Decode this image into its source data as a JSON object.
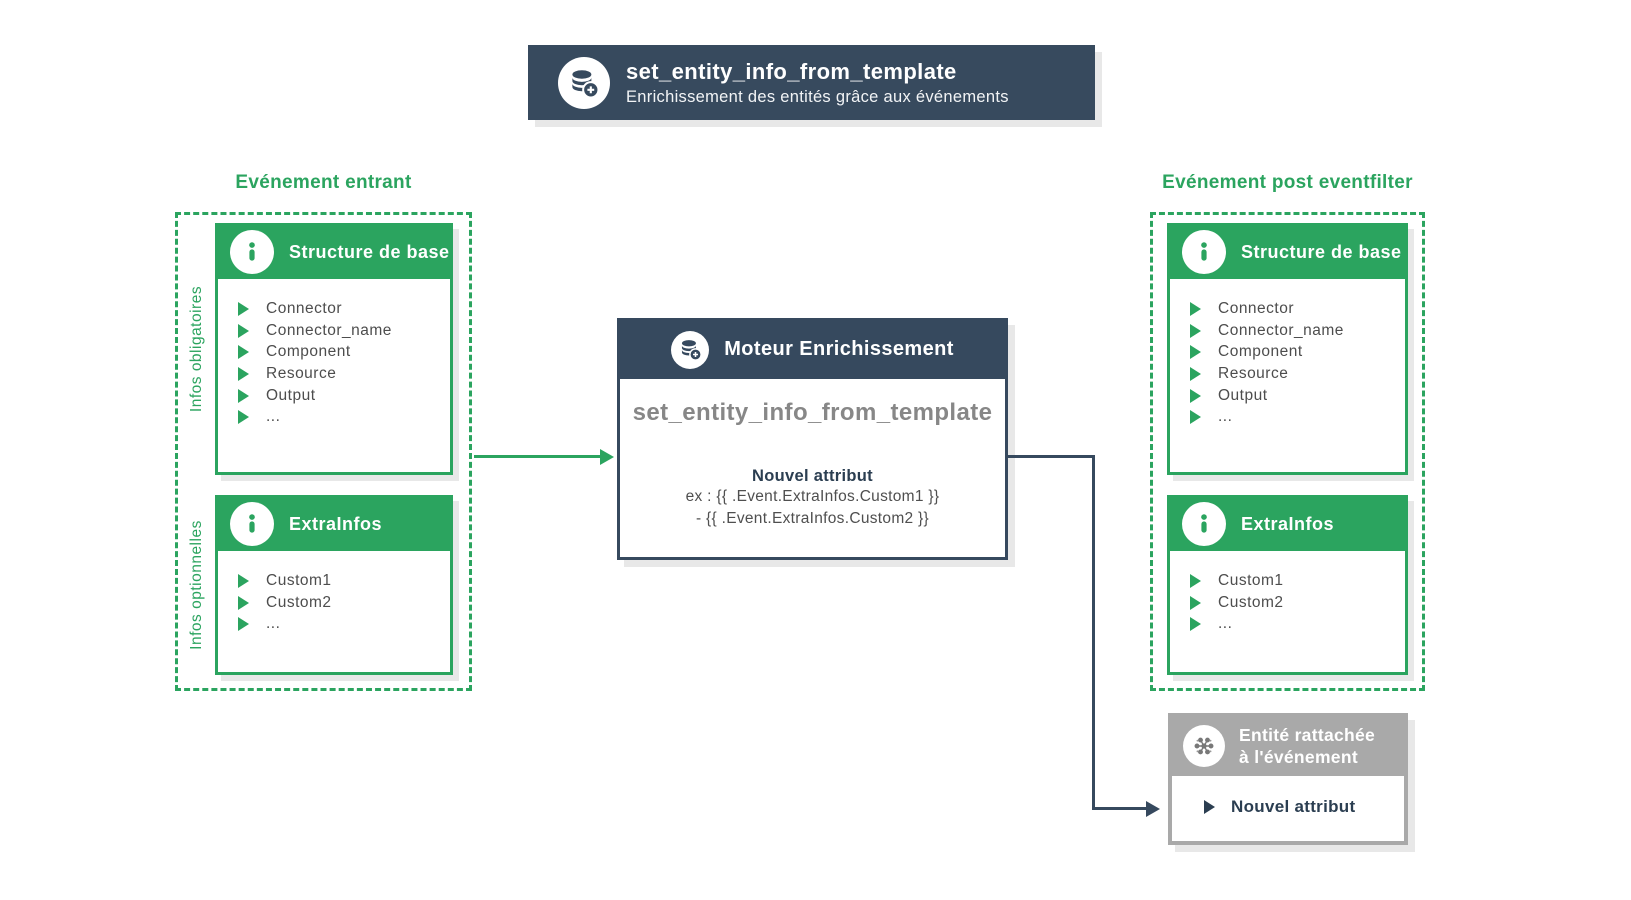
{
  "hero": {
    "icon": "database-add-icon",
    "title": "set_entity_info_from_template",
    "subtitle": "Enrichissement des entités grâce aux événements"
  },
  "left_group": {
    "title": "Evénement entrant",
    "side_labels": {
      "mandatory": "Infos obligatoires",
      "optional": "Infos optionnelles"
    },
    "cards": [
      {
        "icon": "info-icon",
        "title": "Structure de base",
        "items": [
          "Connector",
          "Connector_name",
          "Component",
          "Resource",
          "Output",
          "..."
        ]
      },
      {
        "icon": "info-icon",
        "title": "ExtraInfos",
        "items": [
          "Custom1",
          "Custom2",
          "..."
        ]
      }
    ]
  },
  "engine_card": {
    "icon": "database-add-icon",
    "header": "Moteur Enrichissement",
    "body_title": "set_entity_info_from_template",
    "attribute_label": "Nouvel attribut",
    "example_lines": [
      "ex : {{ .Event.ExtraInfos.Custom1 }}",
      "- {{ .Event.ExtraInfos.Custom2 }}"
    ]
  },
  "right_group": {
    "title": "Evénement post eventfilter",
    "cards": [
      {
        "icon": "info-icon",
        "title": "Structure de base",
        "items": [
          "Connector",
          "Connector_name",
          "Component",
          "Resource",
          "Output",
          "..."
        ]
      },
      {
        "icon": "info-icon",
        "title": "ExtraInfos",
        "items": [
          "Custom1",
          "Custom2",
          "..."
        ]
      }
    ]
  },
  "entity_card": {
    "icon": "cluster-icon",
    "title_lines": [
      "Entité rattachée",
      "à l'événement"
    ],
    "item": "Nouvel attribut"
  },
  "colors": {
    "green": "#2ba45f",
    "navy": "#36495e",
    "navy_text": "#2b3e51",
    "gray_header": "#a9a9a9",
    "list_text": "#4d4d4d",
    "muted_title": "#878787"
  }
}
